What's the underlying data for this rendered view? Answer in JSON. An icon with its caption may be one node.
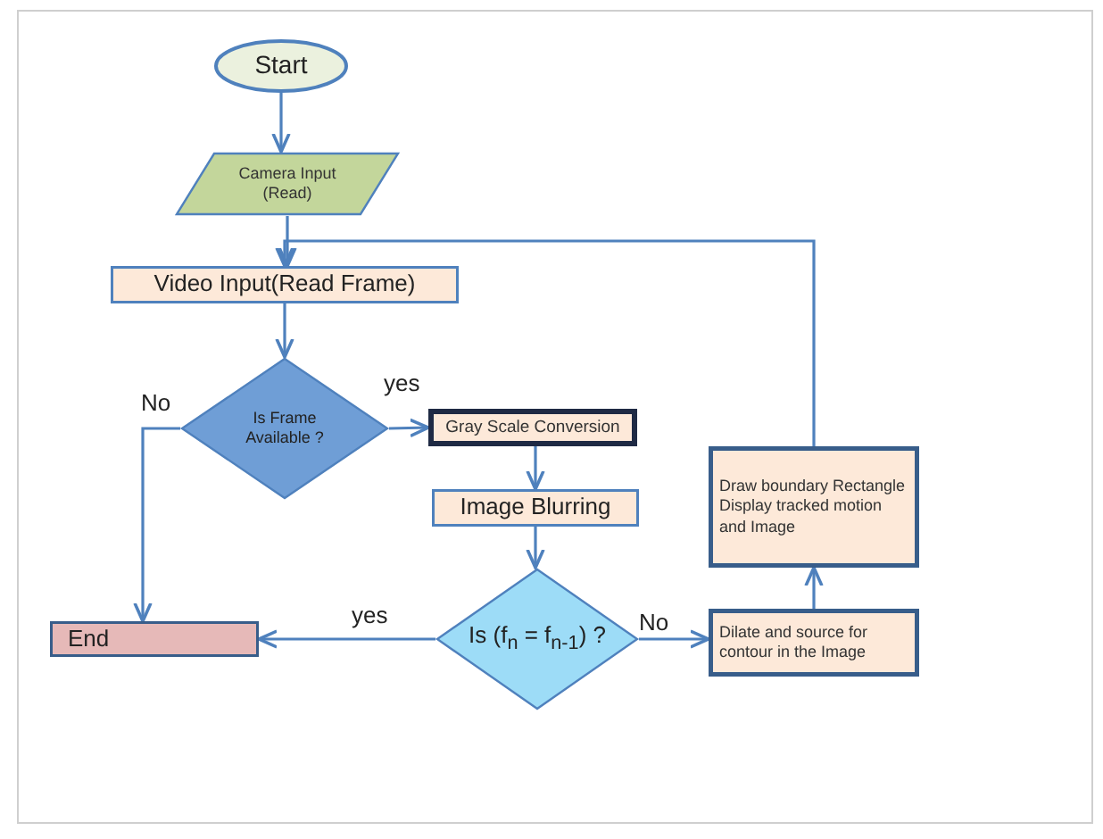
{
  "diagram": {
    "nodes": [
      {
        "text": [
          "Start"
        ]
      },
      {
        "text": [
          "Camera Input (Read)"
        ]
      },
      {
        "text": [
          "Video Input(Read Frame)"
        ]
      },
      {
        "text": [
          "Is Frame Available ?"
        ]
      },
      {
        "text": [
          "Gray Scale Conversion"
        ]
      },
      {
        "text": [
          "Image Blurring"
        ]
      },
      {
        "text": [
          "Is (f$_{n}$ = f$_{n-1}$) ?"
        ]
      },
      {
        "text": [
          "End"
        ]
      },
      {
        "text": [
          "Dilate and source for contour in the Image"
        ]
      },
      {
        "text": [
          "Draw boundary Rectangle Display tracked motion and Image"
        ]
      }
    ],
    "edges": [
      {
        "from": 0,
        "to": 1,
        "arrow": "to"
      },
      {
        "from": 1,
        "to": 2,
        "arrow": "to"
      },
      {
        "from": 2,
        "to": 3,
        "arrow": "to"
      },
      {
        "from": 3,
        "to": 4,
        "arrow": "to",
        "label": "yes"
      },
      {
        "from": 3,
        "to": 7,
        "arrow": "to",
        "label": "No"
      },
      {
        "from": 4,
        "to": 5,
        "arrow": "to"
      },
      {
        "from": 5,
        "to": 6,
        "arrow": "to"
      },
      {
        "from": 6,
        "to": 7,
        "arrow": "to",
        "label": "yes"
      },
      {
        "from": 6,
        "to": 8,
        "arrow": "to",
        "label": "No"
      },
      {
        "from": 8,
        "to": 9,
        "arrow": "to"
      },
      {
        "from": 9,
        "to": 2,
        "arrow": "to"
      }
    ]
  }
}
